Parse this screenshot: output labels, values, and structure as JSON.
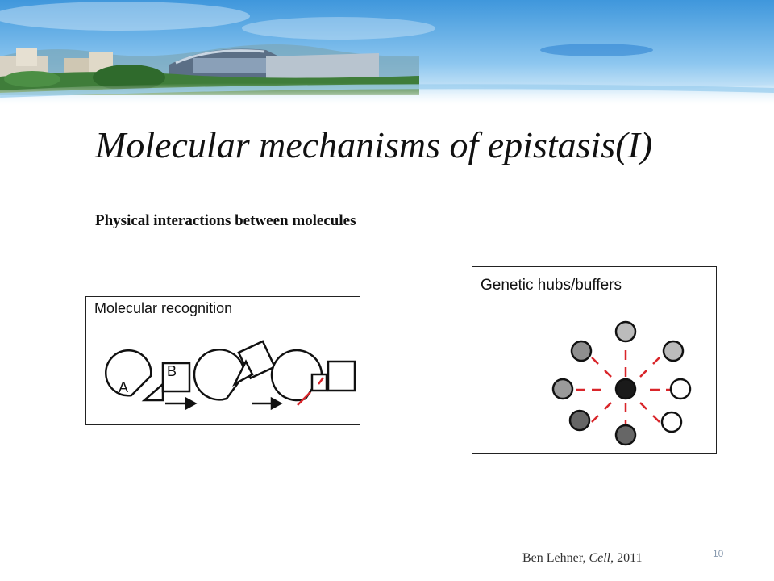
{
  "slide": {
    "title": "Molecular mechanisms of epistasis(I)",
    "subtitle": "Physical interactions between molecules",
    "citation_author": "Ben Lehner, ",
    "citation_journal": "Cell",
    "citation_year": ", 2011",
    "page_number": "10"
  },
  "figure_left": {
    "label": "Molecular recognition",
    "molecule_a": "A",
    "molecule_b": "B"
  },
  "figure_right": {
    "label": "Genetic hubs/buffers"
  },
  "colors": {
    "accent_red": "#d9252a",
    "sky_blue": "#5aa6de",
    "hub_dark": "#1a1a1a"
  }
}
